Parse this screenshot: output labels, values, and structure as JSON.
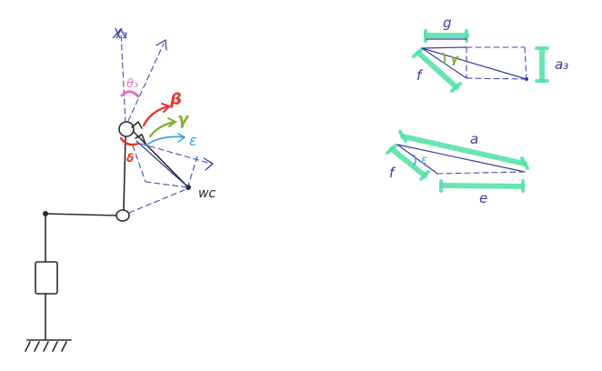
{
  "labels": {
    "x3": "X₃",
    "theta3": "θ₃",
    "beta": "β",
    "gamma": "γ",
    "epsilon": "ε",
    "delta": "δ",
    "wc": "wc",
    "g": "g",
    "a3": "a₃",
    "f_top": "f",
    "gamma_top": "γ",
    "a": "a",
    "f_bottom": "f",
    "epsilon_bottom": "ε",
    "e": "e"
  },
  "colors": {
    "ink": "#2b2b2b",
    "blue": "#3a3aa6",
    "highlight": "#4fe0a6",
    "red": "#e8352f",
    "green": "#7fae2e",
    "cyan": "#3fa6d8",
    "pink": "#e86fc9"
  }
}
